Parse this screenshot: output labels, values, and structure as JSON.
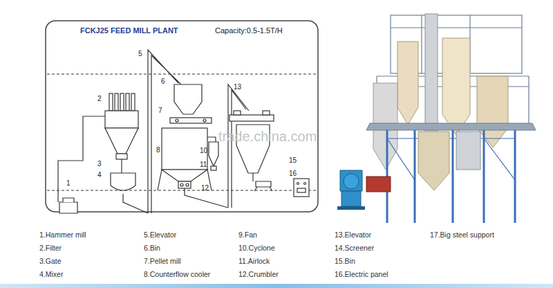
{
  "diagram": {
    "title": "FCKJ25 FEED MILL PLANT",
    "labels": [
      "Capacity:0.5-1.5T/H",
      "1",
      "2",
      "3",
      "4",
      "5",
      "6",
      "7",
      "8",
      "10",
      "11",
      "12",
      "13",
      "15",
      "16",
      "trade.china.com",
      "1.Hammer mill",
      "2.Filter",
      "3.Gate",
      "4.Mixer",
      "5.Elevator",
      "6.Bin",
      "7.Pellet mill",
      "8.Counterflow cooler",
      "9.Fan",
      "10.Cyclone",
      "11.Airlock",
      "12.Crumbler",
      "13.Elevator",
      "14.Screener",
      "15.Bin",
      "16.Electric panel",
      "17.Big steel support"
    ]
  }
}
